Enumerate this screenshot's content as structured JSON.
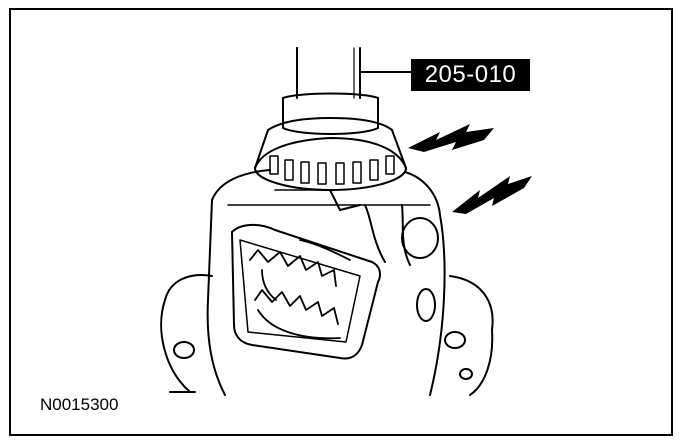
{
  "diagram": {
    "tool_callout": "205-010",
    "figure_id": "N0015300",
    "arrows": [
      {
        "name": "arrow-bearing",
        "direction": "left-down"
      },
      {
        "name": "arrow-case",
        "direction": "left-down"
      }
    ],
    "colors": {
      "ink": "#000000",
      "paper": "#ffffff"
    }
  }
}
